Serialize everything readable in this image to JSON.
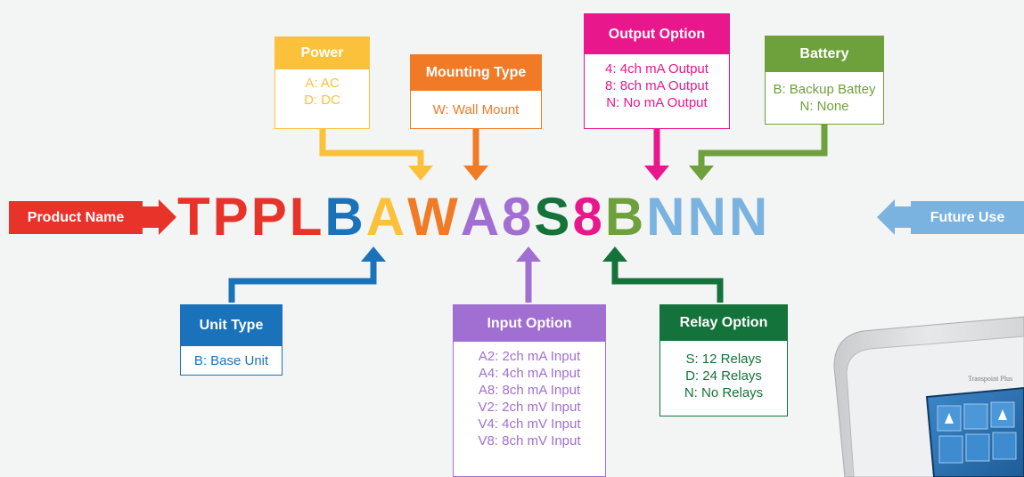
{
  "colors": {
    "red": "#e8332a",
    "blue": "#1a73ba",
    "yellow": "#fcc13a",
    "orange": "#f07a25",
    "purple": "#a16fd1",
    "green": "#13733a",
    "magenta": "#e8188c",
    "olive": "#6ea03b",
    "lightblue": "#7ab3df"
  },
  "product_label": "Product Name",
  "future_label": "Future Use",
  "code_chars": [
    "T",
    "P",
    "P",
    "L",
    "B",
    "A",
    "W",
    "A",
    "8",
    "S",
    "8",
    "B",
    "N",
    "N",
    "N"
  ],
  "boxes": {
    "power": {
      "title": "Power",
      "lines": [
        "A: AC",
        "D: DC"
      ]
    },
    "mounting": {
      "title": "Mounting Type",
      "lines": [
        "W: Wall Mount"
      ]
    },
    "output": {
      "title": "Output Option",
      "lines": [
        "4: 4ch mA Output",
        "8: 8ch mA Output",
        "N: No mA Output"
      ]
    },
    "battery": {
      "title": "Battery",
      "lines": [
        "B: Backup Battey",
        "N: None"
      ]
    },
    "unit": {
      "title": "Unit Type",
      "lines": [
        "B: Base Unit"
      ]
    },
    "input": {
      "title": "Input Option",
      "lines": [
        "A2: 2ch mA Input",
        "A4: 4ch mA Input",
        "A8: 8ch mA Input",
        "V2: 2ch mV Input",
        "V4: 4ch mV Input",
        "V8: 8ch mV Input"
      ]
    },
    "relay": {
      "title": "Relay Option",
      "lines": [
        "S: 12 Relays",
        "D: 24 Relays",
        "N: No Relays"
      ]
    }
  },
  "device_screen_title": "Transpoint Plus"
}
